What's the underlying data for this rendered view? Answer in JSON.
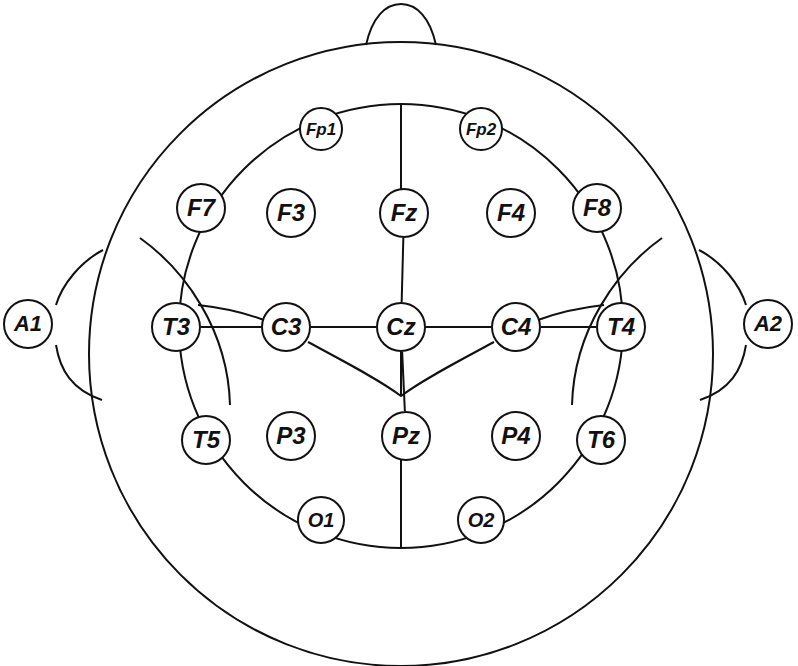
{
  "diagram": {
    "nodes": [
      {
        "text": [
          "Fp1"
        ]
      },
      {
        "text": [
          "Fp2"
        ]
      },
      {
        "text": [
          "F7"
        ]
      },
      {
        "text": [
          "F3"
        ]
      },
      {
        "text": [
          "Fz"
        ]
      },
      {
        "text": [
          "F4"
        ]
      },
      {
        "text": [
          "F8"
        ]
      },
      {
        "text": [
          "A1"
        ]
      },
      {
        "text": [
          "T3"
        ]
      },
      {
        "text": [
          "C3"
        ]
      },
      {
        "text": [
          "Cz"
        ]
      },
      {
        "text": [
          "C4"
        ]
      },
      {
        "text": [
          "T4"
        ]
      },
      {
        "text": [
          "A2"
        ]
      },
      {
        "text": [
          "T5"
        ]
      },
      {
        "text": [
          "P3"
        ]
      },
      {
        "text": [
          "Pz"
        ]
      },
      {
        "text": [
          "P4"
        ]
      },
      {
        "text": [
          "T6"
        ]
      },
      {
        "text": [
          "O1"
        ]
      },
      {
        "text": [
          "O2"
        ]
      }
    ],
    "edges": [
      {
        "from": 4,
        "to": 10,
        "arrow": "none"
      },
      {
        "from": 10,
        "to": 16,
        "arrow": "none"
      },
      {
        "from": 8,
        "to": 9,
        "arrow": "none"
      },
      {
        "from": 9,
        "to": 10,
        "arrow": "none"
      },
      {
        "from": 10,
        "to": 11,
        "arrow": "none"
      },
      {
        "from": 11,
        "to": 12,
        "arrow": "none"
      }
    ]
  }
}
